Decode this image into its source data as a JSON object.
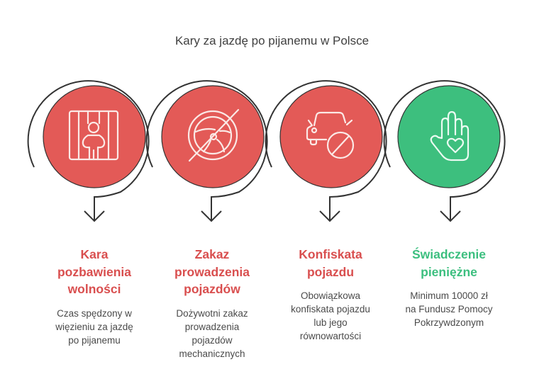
{
  "title": "Kary za jazdę po pijanemu w Polsce",
  "colors": {
    "red": "#e05555",
    "green": "#3cbf7f",
    "outline": "#333333",
    "text": "#4a4a4a",
    "red_text": "#d94f4f",
    "green_text": "#3cbf7f"
  },
  "steps": [
    {
      "heading": "Kara pozbawienia wolności",
      "heading_lines": [
        "Kara",
        "pozbawienia",
        "wolności"
      ],
      "description_lines": [
        "Czas spędzony w",
        "więzieniu za jazdę",
        "po pijanemu"
      ],
      "icon": "prison-bars-icon",
      "color": "red"
    },
    {
      "heading": "Zakaz prowadzenia pojazdów",
      "heading_lines": [
        "Zakaz",
        "prowadzenia",
        "pojazdów"
      ],
      "description_lines": [
        "Dożywotni zakaz",
        "prowadzenia",
        "pojazdów",
        "mechanicznych"
      ],
      "icon": "no-steering-wheel-icon",
      "color": "red"
    },
    {
      "heading": "Konfiskata pojazdu",
      "heading_lines": [
        "Konfiskata",
        "pojazdu"
      ],
      "description_lines": [
        "Obowiązkowa",
        "konfiskata pojazdu",
        "lub jego",
        "równowartości"
      ],
      "icon": "car-prohibited-icon",
      "color": "red"
    },
    {
      "heading": "Świadczenie pieniężne",
      "heading_lines": [
        "Świadczenie",
        "pieniężne"
      ],
      "description_lines": [
        "Minimum 10000 zł",
        "na Fundusz Pomocy",
        "Pokrzywdzonym"
      ],
      "icon": "hand-heart-icon",
      "color": "green"
    }
  ]
}
